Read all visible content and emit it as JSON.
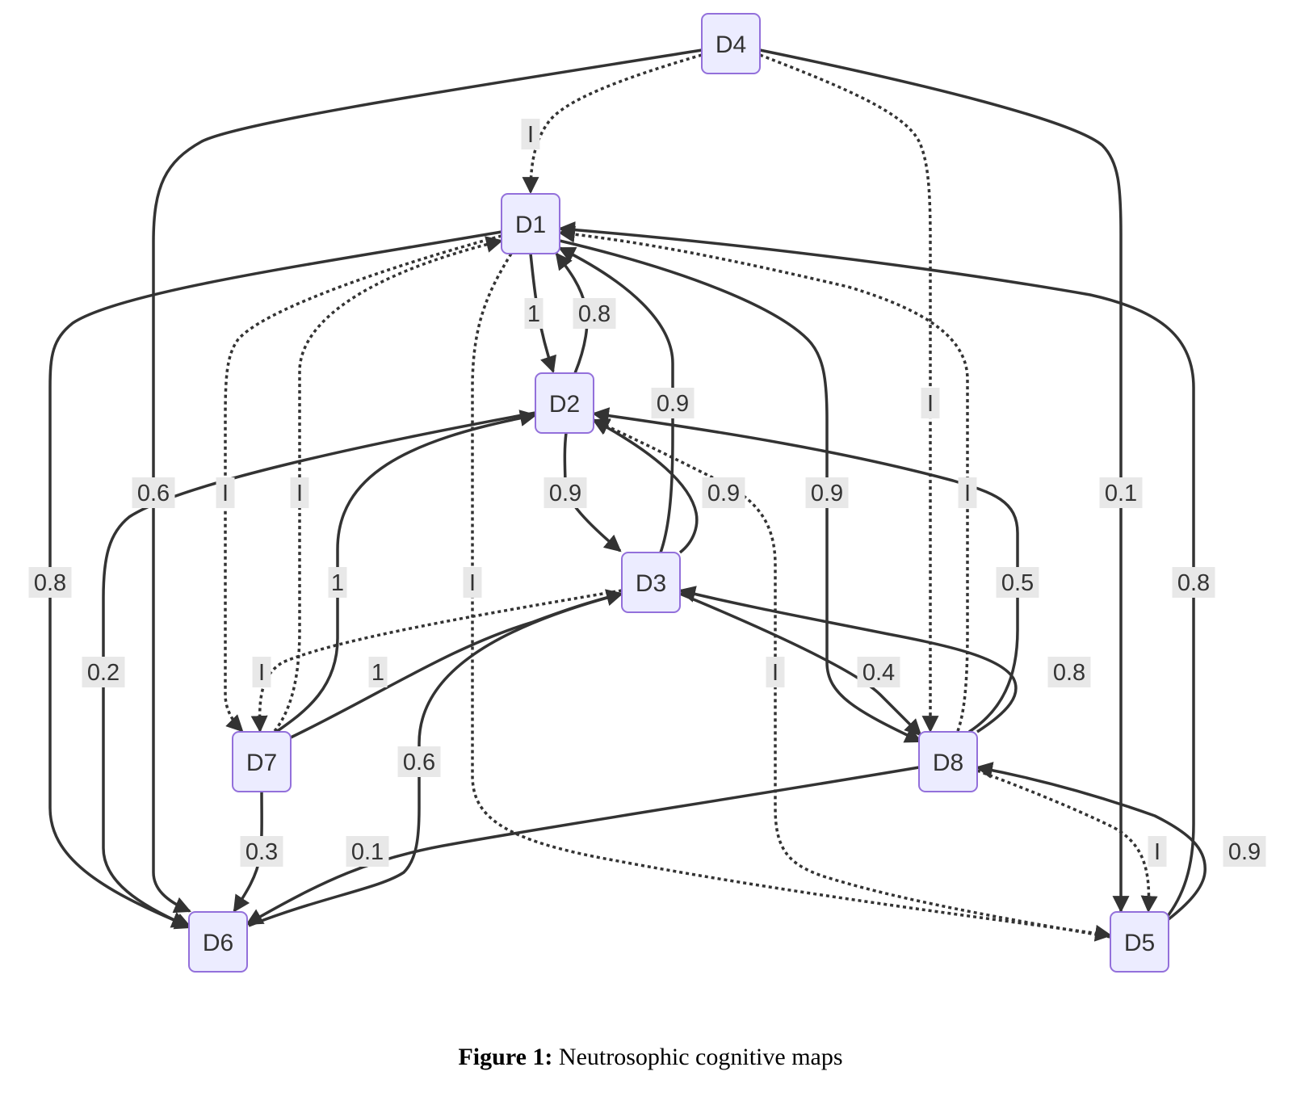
{
  "caption": {
    "label": "Figure 1:",
    "text": " Neutrosophic cognitive maps"
  },
  "colors": {
    "node_fill": "#ececff",
    "node_stroke": "#9370db",
    "edge": "#333333",
    "label_bg": "#e8e8e8"
  },
  "nodes": [
    {
      "id": "D4",
      "label": "D4"
    },
    {
      "id": "D1",
      "label": "D1"
    },
    {
      "id": "D2",
      "label": "D2"
    },
    {
      "id": "D3",
      "label": "D3"
    },
    {
      "id": "D7",
      "label": "D7"
    },
    {
      "id": "D8",
      "label": "D8"
    },
    {
      "id": "D6",
      "label": "D6"
    },
    {
      "id": "D5",
      "label": "D5"
    }
  ],
  "edges": [
    {
      "from": "D4",
      "to": "D6",
      "label": "0.6",
      "style": "solid"
    },
    {
      "from": "D4",
      "to": "D1",
      "label": "I",
      "style": "dotted"
    },
    {
      "from": "D4",
      "to": "D8",
      "label": "I",
      "style": "dotted"
    },
    {
      "from": "D4",
      "to": "D5",
      "label": "0.1",
      "style": "solid"
    },
    {
      "from": "D1",
      "to": "D6",
      "label": "0.8",
      "style": "solid"
    },
    {
      "from": "D1",
      "to": "D7",
      "label": "I",
      "style": "dotted"
    },
    {
      "from": "D7",
      "to": "D1",
      "label": "I",
      "style": "dotted"
    },
    {
      "from": "D1",
      "to": "D2",
      "label": "1",
      "style": "solid"
    },
    {
      "from": "D2",
      "to": "D1",
      "label": "0.8",
      "style": "solid"
    },
    {
      "from": "D3",
      "to": "D1",
      "label": "0.9",
      "style": "solid"
    },
    {
      "from": "D1",
      "to": "D8",
      "label": "0.9",
      "style": "solid"
    },
    {
      "from": "D8",
      "to": "D1",
      "label": "I",
      "style": "dotted"
    },
    {
      "from": "D5",
      "to": "D1",
      "label": "0.8",
      "style": "solid"
    },
    {
      "from": "D1",
      "to": "D5",
      "label": "I",
      "style": "dotted"
    },
    {
      "from": "D2",
      "to": "D6",
      "label": "0.2",
      "style": "solid"
    },
    {
      "from": "D7",
      "to": "D2",
      "label": "1",
      "style": "solid"
    },
    {
      "from": "D2",
      "to": "D3",
      "label": "0.9",
      "style": "solid"
    },
    {
      "from": "D3",
      "to": "D2",
      "label": "0.9",
      "style": "solid"
    },
    {
      "from": "D5",
      "to": "D2",
      "label": "I",
      "style": "dotted"
    },
    {
      "from": "D8",
      "to": "D2",
      "label": "0.5",
      "style": "solid"
    },
    {
      "from": "D3",
      "to": "D7",
      "label": "I",
      "style": "dotted"
    },
    {
      "from": "D7",
      "to": "D3",
      "label": "1",
      "style": "solid"
    },
    {
      "from": "D6",
      "to": "D3",
      "label": "0.6",
      "style": "solid"
    },
    {
      "from": "D3",
      "to": "D8",
      "label": "0.4",
      "style": "solid"
    },
    {
      "from": "D8",
      "to": "D3",
      "label": "0.8",
      "style": "solid"
    },
    {
      "from": "D7",
      "to": "D6",
      "label": "0.3",
      "style": "solid"
    },
    {
      "from": "D8",
      "to": "D6",
      "label": "0.1",
      "style": "solid"
    },
    {
      "from": "D8",
      "to": "D5",
      "label": "I",
      "style": "dotted"
    },
    {
      "from": "D5",
      "to": "D8",
      "label": "0.9",
      "style": "solid"
    }
  ]
}
